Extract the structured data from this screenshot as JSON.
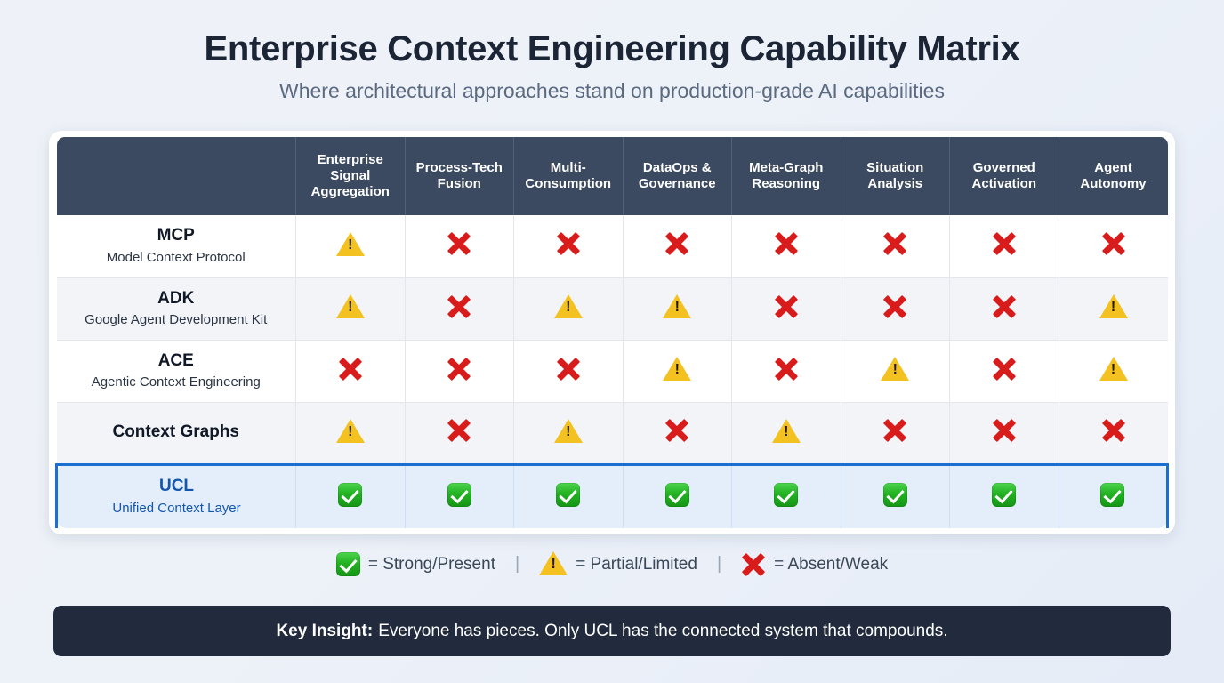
{
  "header": {
    "title": "Enterprise Context Engineering Capability Matrix",
    "subtitle": "Where architectural approaches stand on production-grade AI capabilities"
  },
  "matrix": {
    "corner_label": "",
    "columns": [
      "Enterprise Signal Aggregation",
      "Process-Tech Fusion",
      "Multi-Consumption",
      "DataOps & Governance",
      "Meta-Graph Reasoning",
      "Situation Analysis",
      "Governed Activation",
      "Agent Autonomy"
    ],
    "rows": [
      {
        "name": "MCP",
        "subtitle": "Model Context Protocol",
        "highlight": false,
        "values": [
          "partial",
          "absent",
          "absent",
          "absent",
          "absent",
          "absent",
          "absent",
          "absent"
        ]
      },
      {
        "name": "ADK",
        "subtitle": "Google Agent Development Kit",
        "highlight": false,
        "values": [
          "partial",
          "absent",
          "partial",
          "partial",
          "absent",
          "absent",
          "absent",
          "partial"
        ]
      },
      {
        "name": "ACE",
        "subtitle": "Agentic Context Engineering",
        "highlight": false,
        "values": [
          "absent",
          "absent",
          "absent",
          "partial",
          "absent",
          "partial",
          "absent",
          "partial"
        ]
      },
      {
        "name": "Context Graphs",
        "subtitle": "",
        "highlight": false,
        "values": [
          "partial",
          "absent",
          "partial",
          "absent",
          "partial",
          "absent",
          "absent",
          "absent"
        ]
      },
      {
        "name": "UCL",
        "subtitle": "Unified Context Layer",
        "highlight": true,
        "values": [
          "strong",
          "strong",
          "strong",
          "strong",
          "strong",
          "strong",
          "strong",
          "strong"
        ]
      }
    ]
  },
  "legend": {
    "items": [
      {
        "icon": "check-icon",
        "label": "= Strong/Present"
      },
      {
        "icon": "warning-icon",
        "label": "= Partial/Limited"
      },
      {
        "icon": "cross-icon",
        "label": "= Absent/Weak"
      }
    ],
    "separator": "|"
  },
  "footer": {
    "label": "Key Insight:",
    "text": "Everyone has pieces. Only UCL has the connected system that compounds."
  },
  "colors": {
    "header_bg": "#3b4a60",
    "highlight_border": "#1b6fd1",
    "highlight_bg": "#e4eefb",
    "strong": "#21b221",
    "partial": "#f4c220",
    "absent": "#d81b1b",
    "footer_bg": "#212b3d"
  }
}
